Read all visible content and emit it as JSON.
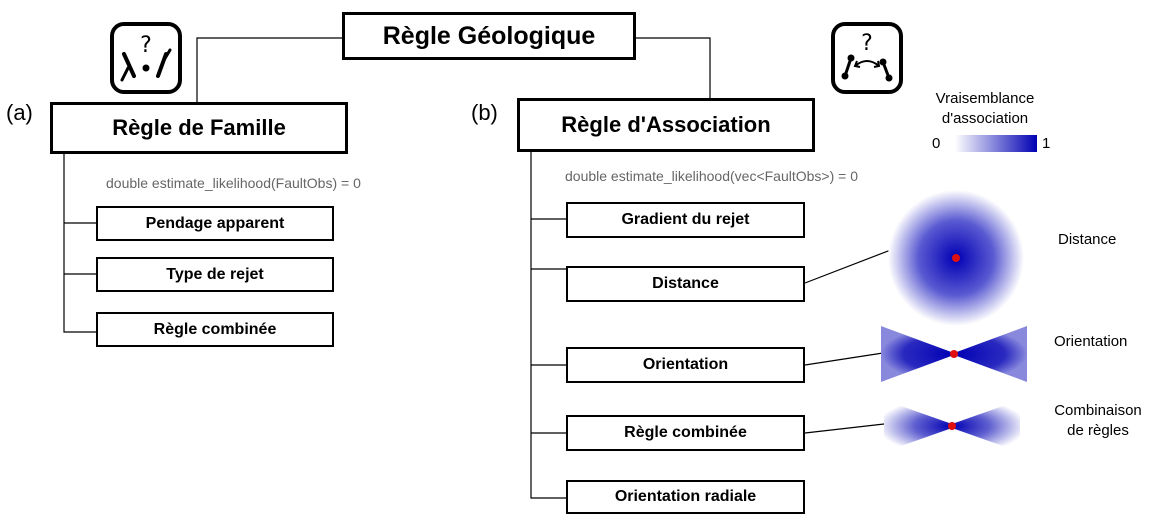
{
  "root": {
    "label": "Règle Géologique"
  },
  "family": {
    "marker": "(a)",
    "title": "Règle de Famille",
    "signature": "double estimate_likelihood(FaultObs) = 0",
    "children": [
      "Pendage apparent",
      "Type de rejet",
      "Règle combinée"
    ]
  },
  "association": {
    "marker": "(b)",
    "title": "Règle d'Association",
    "signature": "double estimate_likelihood(vec<FaultObs>) = 0",
    "children": [
      "Gradient du rejet",
      "Distance",
      "Orientation",
      "Règle combinée",
      "Orientation radiale"
    ]
  },
  "legend": {
    "title_line1": "Vraisemblance",
    "title_line2": "d'association",
    "min": "0",
    "max": "1",
    "color_low": "#ffffff",
    "color_high": "#0000b4"
  },
  "visual_labels": {
    "distance": "Distance",
    "orientation": "Orientation",
    "combination_line1": "Combinaison",
    "combination_line2": "de règles"
  },
  "icons": {
    "family_icon": "question-family-icon",
    "association_icon": "question-association-icon"
  },
  "colors": {
    "center_point": "#e01010"
  }
}
